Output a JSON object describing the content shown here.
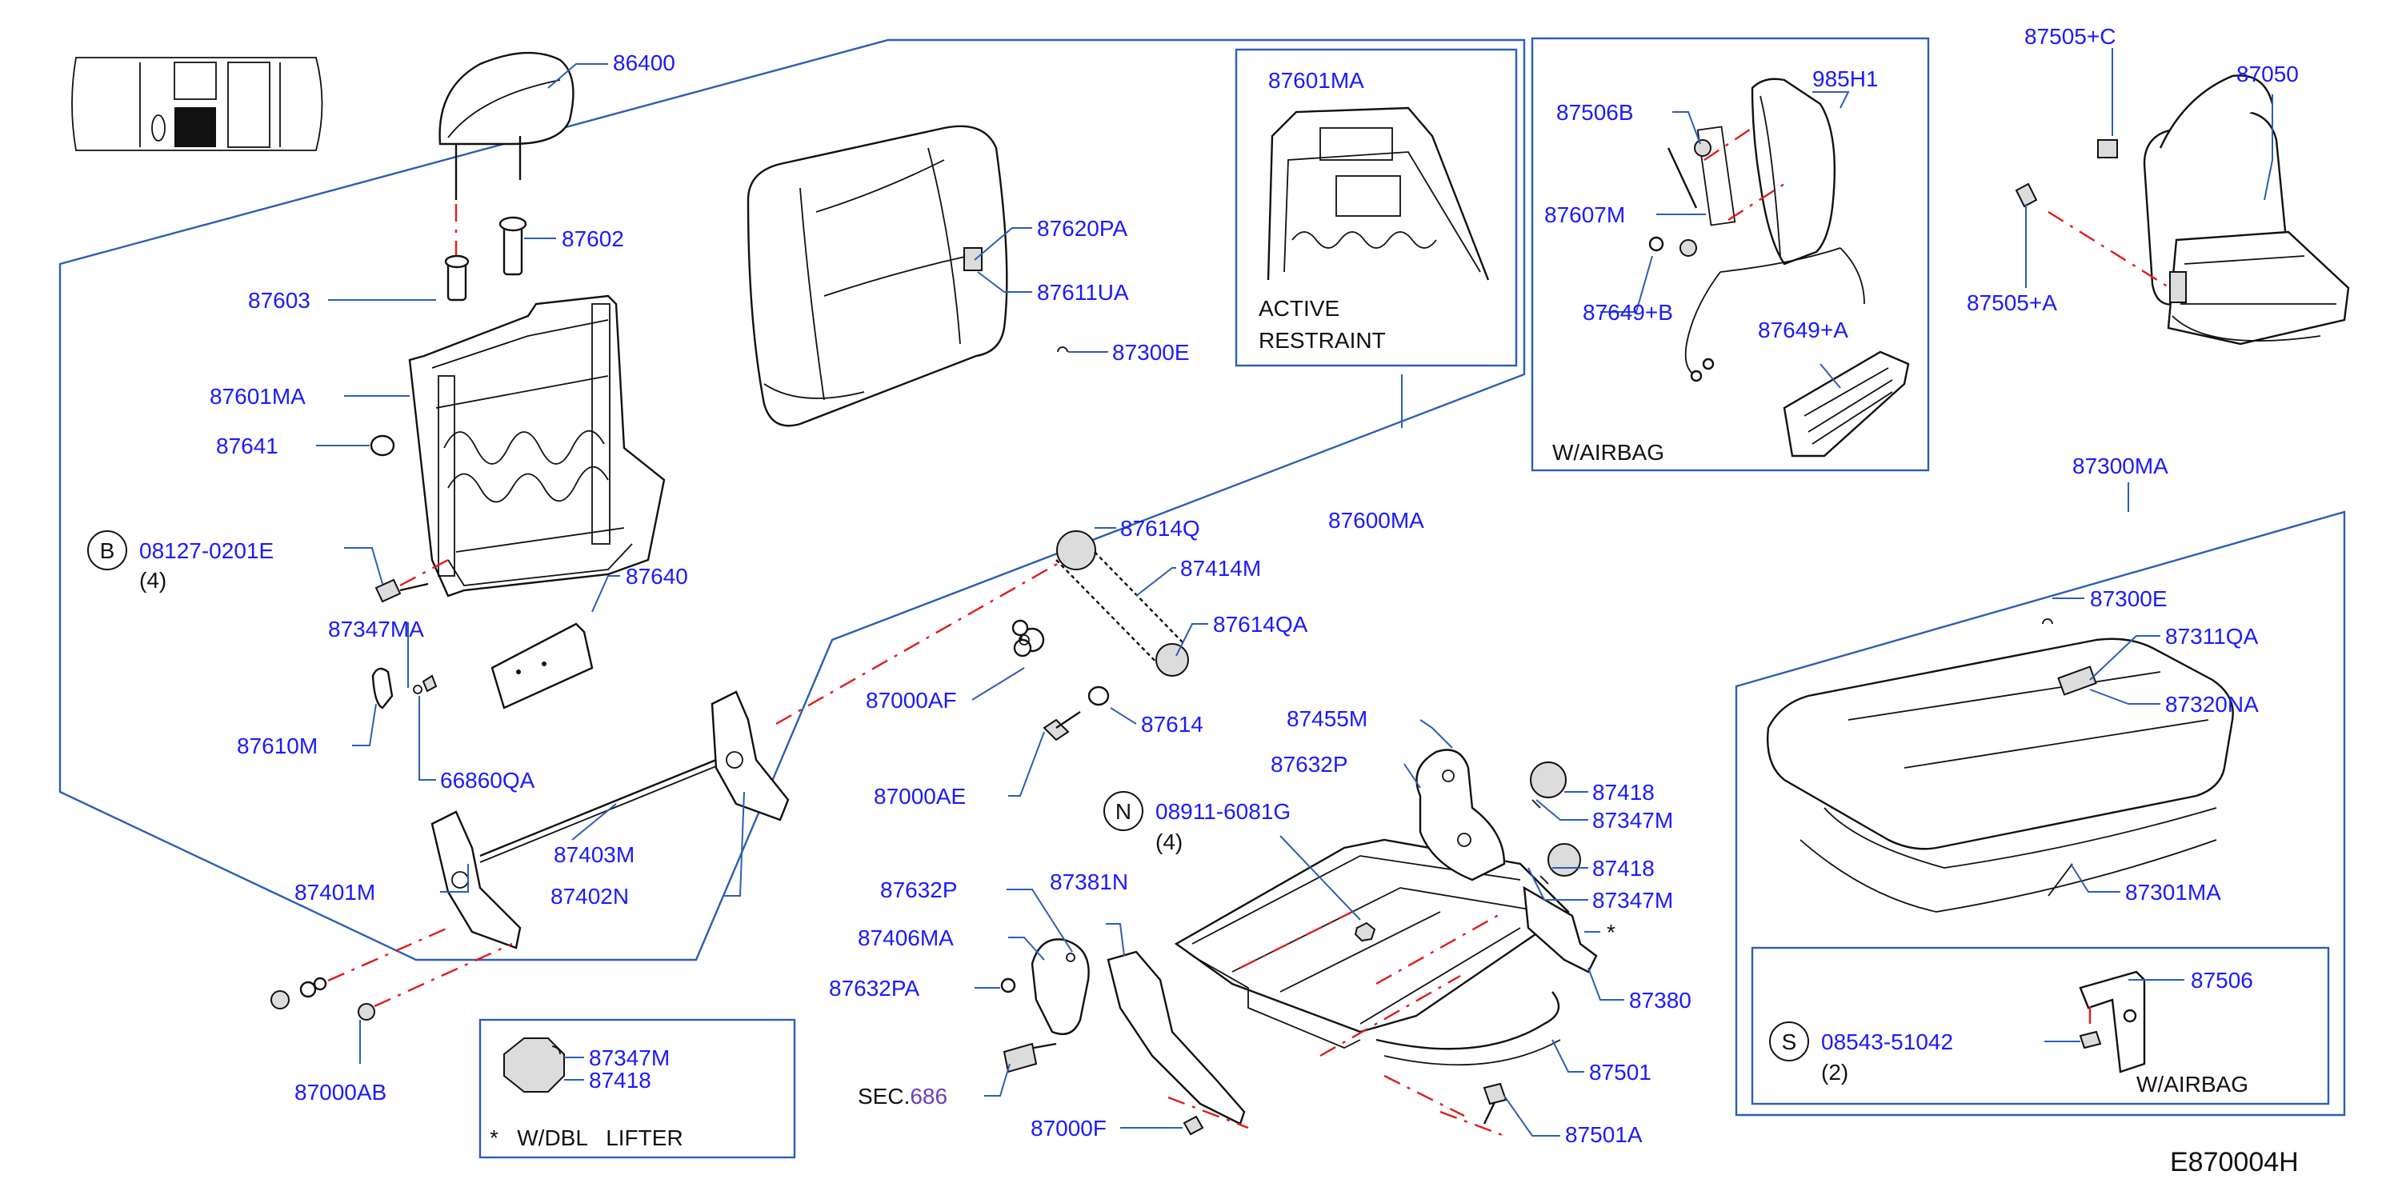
{
  "diagram_code": "E870004H",
  "legend_note": "*   W/DBL   LIFTER",
  "boxes": {
    "active_restraint": [
      "ACTIVE",
      "RESTRAINT"
    ],
    "airbag_top": "W/AIRBAG",
    "airbag_bottom": "W/AIRBAG"
  },
  "callouts": {
    "b": "B",
    "n": "N",
    "s": "S"
  },
  "sec": {
    "prefix": "SEC.",
    "number": "686"
  },
  "labels": {
    "p86400": "86400",
    "p87602": "87602",
    "p87603": "87603",
    "p87601MA_a": "87601MA",
    "p87641": "87641",
    "p08127": "08127-0201E",
    "q4_a": "(4)",
    "p87347MA": "87347MA",
    "p87640": "87640",
    "p87610M": "87610M",
    "p66860QA": "66860QA",
    "p87620PA": "87620PA",
    "p87611UA": "87611UA",
    "p87300E_a": "87300E",
    "p87601MA_b": "87601MA",
    "p87600MA": "87600MA",
    "p87506B": "87506B",
    "p985H1": "985H1",
    "p87607M": "87607M",
    "p87649B": "87649+B",
    "p87649A": "87649+A",
    "p87505C": "87505+C",
    "p87050": "87050",
    "p87505A": "87505+A",
    "p87300MA": "87300MA",
    "p87300E_b": "87300E",
    "p87311QA": "87311QA",
    "p87320NA": "87320NA",
    "p87301MA": "87301MA",
    "p87506": "87506",
    "p08543": "08543-51042",
    "q2": "(2)",
    "p87614Q": "87614Q",
    "p87414M": "87414M",
    "p87614QA": "87614QA",
    "p87000AF": "87000AF",
    "p87614": "87614",
    "p87000AE": "87000AE",
    "p87403M": "87403M",
    "p87401M": "87401M",
    "p87402N": "87402N",
    "p87000AB": "87000AB",
    "p87347M_legend": "87347M",
    "p87418_legend": "87418",
    "p87455M": "87455M",
    "p87632P_a": "87632P",
    "p87418_a": "87418",
    "p87347M_a": "87347M",
    "p08911": "08911-6081G",
    "q4_b": "(4)",
    "p87418_b": "87418",
    "p87347M_b": "87347M",
    "star": "*",
    "p87632P_b": "87632P",
    "p87381N": "87381N",
    "p87406MA": "87406MA",
    "p87632PA": "87632PA",
    "p87380": "87380",
    "p87501": "87501",
    "p87000F": "87000F",
    "p87501A": "87501A"
  }
}
